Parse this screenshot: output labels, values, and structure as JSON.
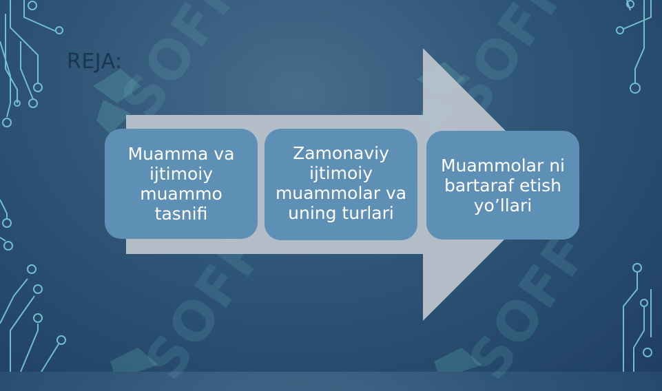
{
  "slide": {
    "title": "REJA:",
    "items": [
      {
        "label": "Muamma va ijtimoiy muammo tasnifi"
      },
      {
        "label": "Zamonaviy ijtimoiy muammolar va uning turlari"
      },
      {
        "label": "Muammolar ni bartaraf etish yo’llari"
      }
    ],
    "watermark": "SOFF"
  },
  "colors": {
    "background": "#2f5577",
    "arrow": "#b9c3cc",
    "box": "#5e8fb5",
    "title": "#1a3552",
    "circuit": "#7fd3e0"
  }
}
